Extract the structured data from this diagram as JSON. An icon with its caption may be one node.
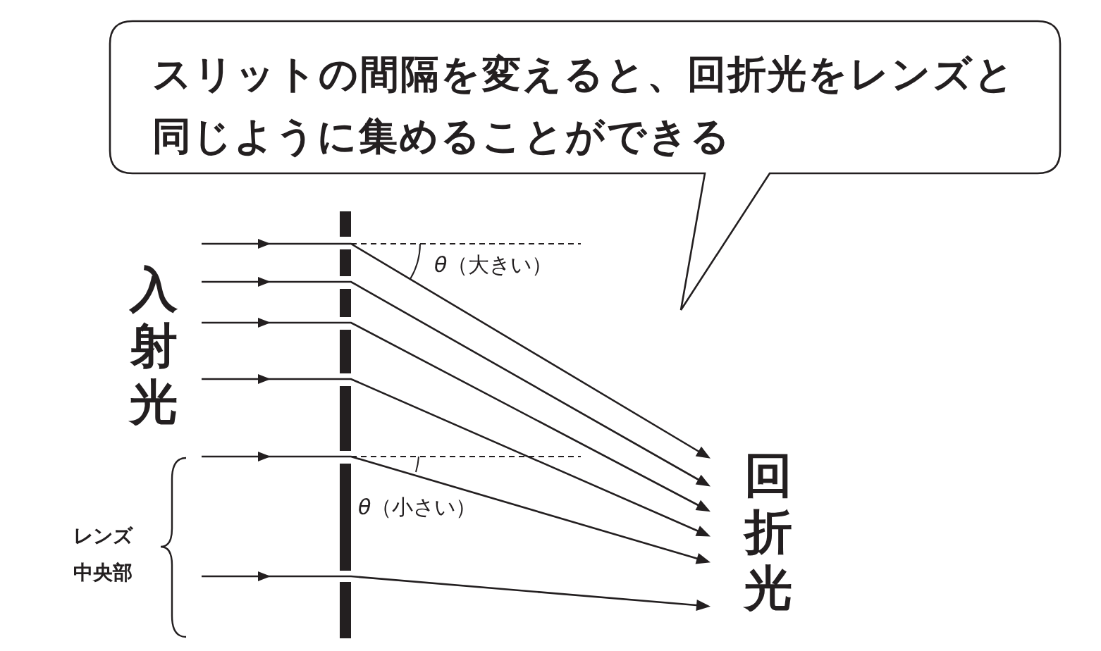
{
  "diagram": {
    "nodes": [
      {
        "text": [
          "スリットの間隔を変えると、回折光をレンズと同じように集めることができる"
        ]
      }
    ],
    "labels": [
      "*θ*（大きい）",
      "入射光",
      "*θ*（小さい）",
      "レンズ中央部",
      "回折光"
    ]
  }
}
